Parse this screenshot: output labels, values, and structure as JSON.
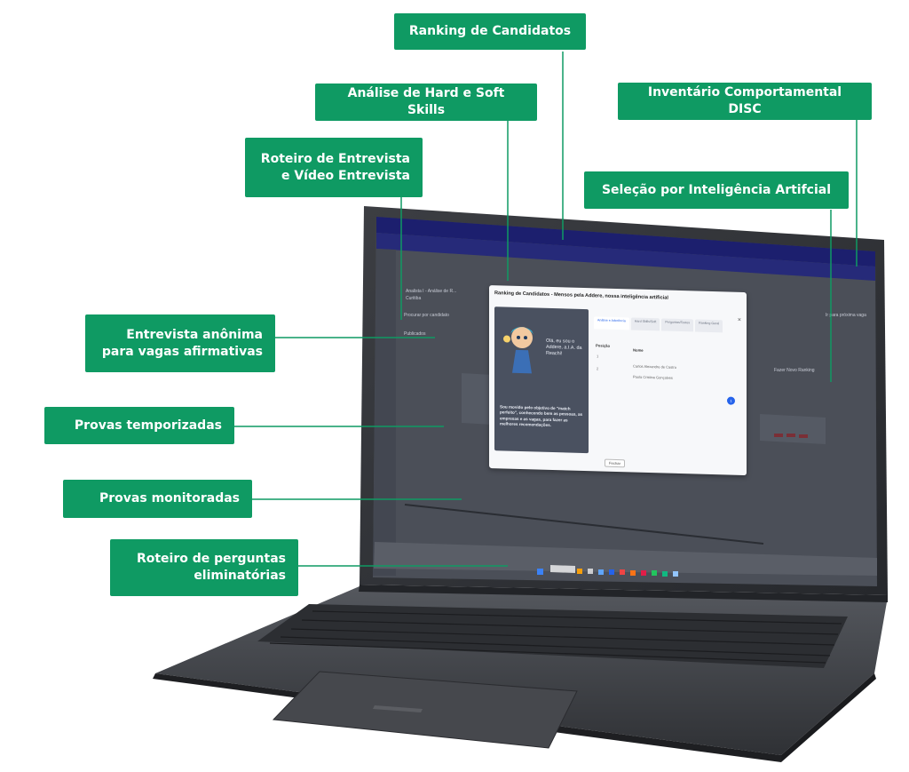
{
  "callouts": [
    {
      "id": "ranking",
      "text": "Ranking de Candidatos"
    },
    {
      "id": "skills",
      "text": "Análise de Hard e Soft Skills"
    },
    {
      "id": "disc",
      "text": "Inventário Comportamental DISC"
    },
    {
      "id": "roteiro",
      "text": "Roteiro de Entrevista\ne Vídeo Entrevista"
    },
    {
      "id": "selecao",
      "text": "Seleção por Inteligência Artifcial"
    },
    {
      "id": "anonima",
      "text": "Entrevista anônima\npara vagas afirmativas"
    },
    {
      "id": "temporizadas",
      "text": "Provas temporizadas"
    },
    {
      "id": "monitoradas",
      "text": "Provas monitoradas"
    },
    {
      "id": "eliminatorias",
      "text": "Roteiro de perguntas\neliminatórias"
    }
  ],
  "screen": {
    "modal": {
      "title": "Ranking de Candidatos - Mensos pela Addere, nossa inteligência artificial",
      "close_icon_glyph": "×",
      "greeting": "Olá, eu sou o Addere, a.I.A. da Reachi!",
      "description": "Sou movido pelo objetivo de \"match perfeito\", conhecendo bem as pessoas, as empresas e as vagas, para fazer as melhores recomendações.",
      "tabs": [
        "Análise e Aderência",
        "Hard Skills/Soft",
        "Perguntas/Testes",
        "Ranking Geral"
      ],
      "columns": [
        "Posição",
        "Nome"
      ],
      "rows": [
        {
          "pos": "1",
          "name": "Carlos Alexandre de Castro"
        },
        {
          "pos": "2",
          "name": "Paula Cristina Gonçalves"
        }
      ],
      "badge": "1",
      "close_label": "Fechar"
    },
    "header_labels": {
      "job": "Analista I - Análise de R...",
      "sub": "Curitiba",
      "search": "Procurar por candidato",
      "stage": "Publicados",
      "new_stage": "Fazer Novo Ranking",
      "cta": "Ir para próxima vaga"
    }
  },
  "colors": {
    "callout_bg": "#0f9a63",
    "laptop_body": "#3b3d42",
    "screen_dim": "#4b4f58",
    "browser_bar": "#1c1f6e"
  }
}
